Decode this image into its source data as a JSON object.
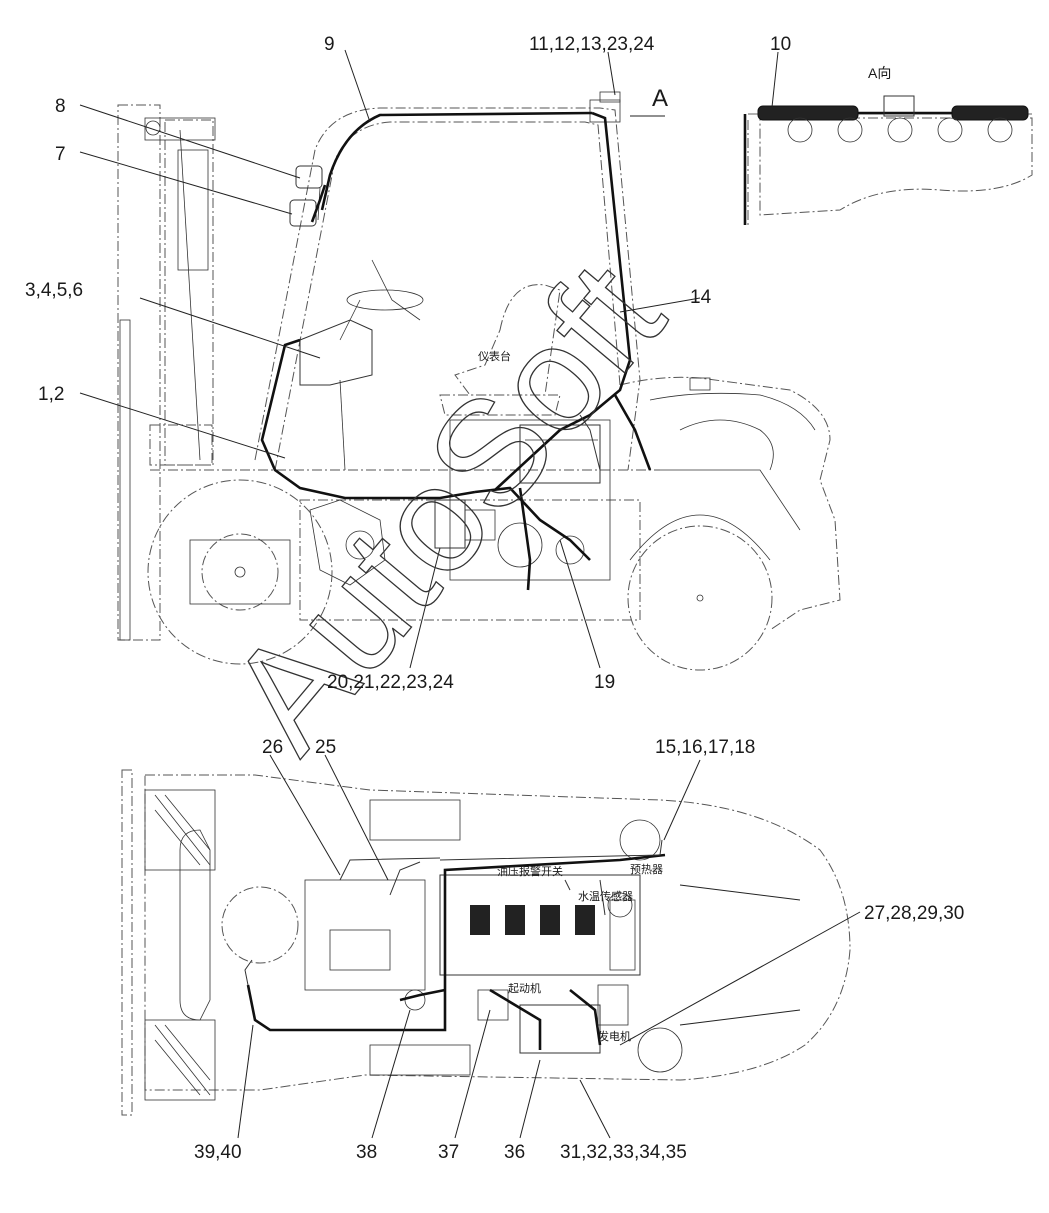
{
  "view_label": "A",
  "view_a_caption": "A向",
  "watermark": "AutoSoft",
  "callouts": {
    "c1": "9",
    "c2": "11,12,13,23,24",
    "c3": "10",
    "c4": "8",
    "c5": "7",
    "c6": "3,4,5,6",
    "c7": "14",
    "c8": "1,2",
    "c9": "20,21,22,23,24",
    "c10": "19",
    "c11": "26",
    "c12": "25",
    "c13": "15,16,17,18",
    "c14": "27,28,29,30",
    "c15": "39,40",
    "c16": "38",
    "c17": "37",
    "c18": "36",
    "c19": "31,32,33,34,35"
  },
  "component_labels": {
    "oil_pressure_switch": "油压报警开关",
    "water_temp_sensor": "水温传感器",
    "preheater": "预热器",
    "starter": "起动机",
    "alternator": "发电机",
    "dashboard": "仪表台"
  }
}
